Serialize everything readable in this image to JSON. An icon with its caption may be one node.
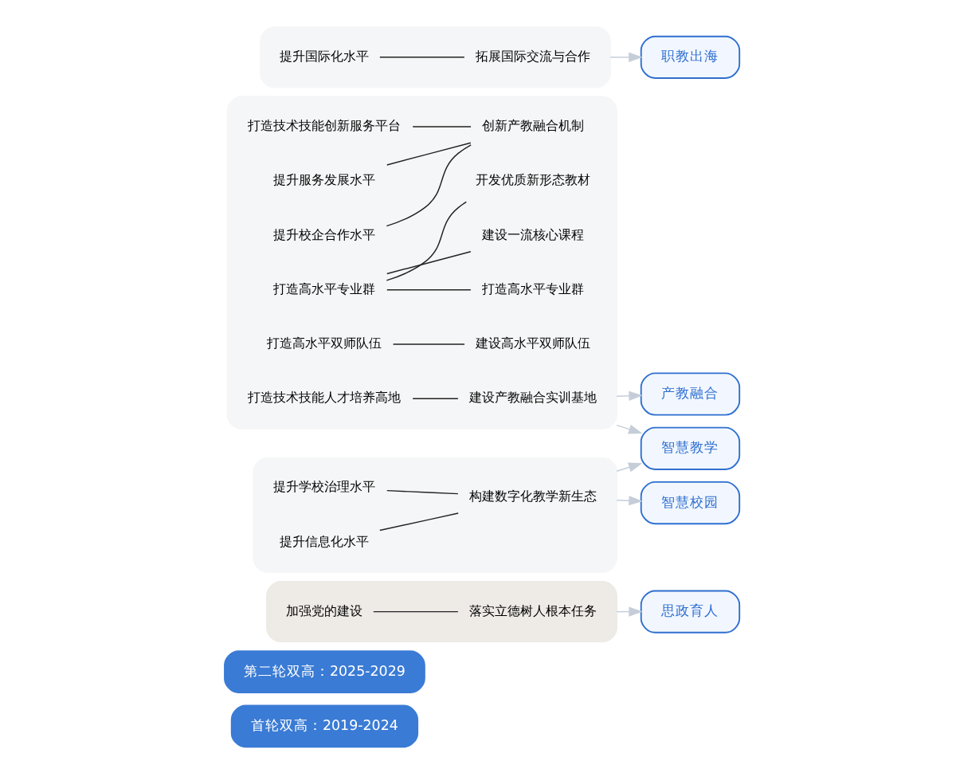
{
  "diagram": {
    "nodes": [
      {
        "text": [
          "首轮双高：2019-2024"
        ]
      },
      {
        "text": [
          "第二轮双高：2025-2029"
        ]
      },
      {
        "text": [],
        "shape": "box"
      },
      {
        "text": [
          "加强党的建设"
        ],
        "in": 2
      },
      {
        "text": [
          "落实立德树人根本任务"
        ],
        "in": 2
      },
      {
        "text": [],
        "shape": "box"
      },
      {
        "text": [
          "打造技术技能创新服务平台"
        ],
        "in": 5
      },
      {
        "text": [
          "提升服务发展水平"
        ],
        "in": 5
      },
      {
        "text": [
          "提升校企合作水平"
        ],
        "in": 5
      },
      {
        "text": [
          "创新产教融合机制"
        ],
        "in": 5
      },
      {
        "text": [
          "打造高水平专业群"
        ],
        "in": 5
      },
      {
        "text": [
          "打造高水平专业群"
        ],
        "in": 5
      },
      {
        "text": [
          "建设一流核心课程"
        ],
        "in": 5
      },
      {
        "text": [
          "开发优质新形态教材"
        ],
        "in": 5
      },
      {
        "text": [
          "打造高水平双师队伍"
        ],
        "in": 5
      },
      {
        "text": [
          "建设高水平双师队伍"
        ],
        "in": 5
      },
      {
        "text": [
          "打造技术技能人才培养高地"
        ],
        "in": 5
      },
      {
        "text": [
          "建设产教融合实训基地"
        ],
        "in": 5
      },
      {
        "text": [],
        "shape": "box"
      },
      {
        "text": [
          "提升学校治理水平"
        ],
        "in": 18
      },
      {
        "text": [
          "提升信息化水平"
        ],
        "in": 18
      },
      {
        "text": [
          "构建数字化教学新生态"
        ],
        "in": 18
      },
      {
        "text": [],
        "shape": "box"
      },
      {
        "text": [
          "提升国际化水平"
        ],
        "in": 22
      },
      {
        "text": [
          "拓展国际交流与合作"
        ],
        "in": 22
      },
      {
        "text": [
          "思政育人"
        ]
      },
      {
        "text": [
          "产教融合"
        ]
      },
      {
        "text": [
          "智慧教学"
        ]
      },
      {
        "text": [
          "智慧校园"
        ]
      },
      {
        "text": [
          "职教出海"
        ]
      }
    ],
    "edges": [
      {
        "from": 3,
        "to": 4,
        "arrow": "none"
      },
      {
        "from": 6,
        "to": 9,
        "arrow": "none"
      },
      {
        "from": 7,
        "to": 9,
        "arrow": "none"
      },
      {
        "from": 8,
        "to": 9,
        "arrow": "none"
      },
      {
        "from": 10,
        "to": 11,
        "arrow": "none"
      },
      {
        "from": 10,
        "to": 12,
        "arrow": "none"
      },
      {
        "from": 10,
        "to": 13,
        "arrow": "none"
      },
      {
        "from": 14,
        "to": 15,
        "arrow": "none"
      },
      {
        "from": 16,
        "to": 17,
        "arrow": "none"
      },
      {
        "from": 19,
        "to": 21,
        "arrow": "none"
      },
      {
        "from": 20,
        "to": 21,
        "arrow": "none"
      },
      {
        "from": 23,
        "to": 24,
        "arrow": "none"
      },
      {
        "from": 2,
        "to": 25,
        "arrow": "to",
        "color": "#c5ced8"
      },
      {
        "from": 5,
        "to": 26,
        "arrow": "to",
        "color": "#c5ced8"
      },
      {
        "from": 5,
        "to": 27,
        "arrow": "to",
        "color": "#c5ced8"
      },
      {
        "from": 18,
        "to": 27,
        "arrow": "to",
        "color": "#c5ced8"
      },
      {
        "from": 18,
        "to": 28,
        "arrow": "to",
        "color": "#c5ced8"
      },
      {
        "from": 22,
        "to": 29,
        "arrow": "to",
        "color": "#c5ced8"
      }
    ]
  }
}
